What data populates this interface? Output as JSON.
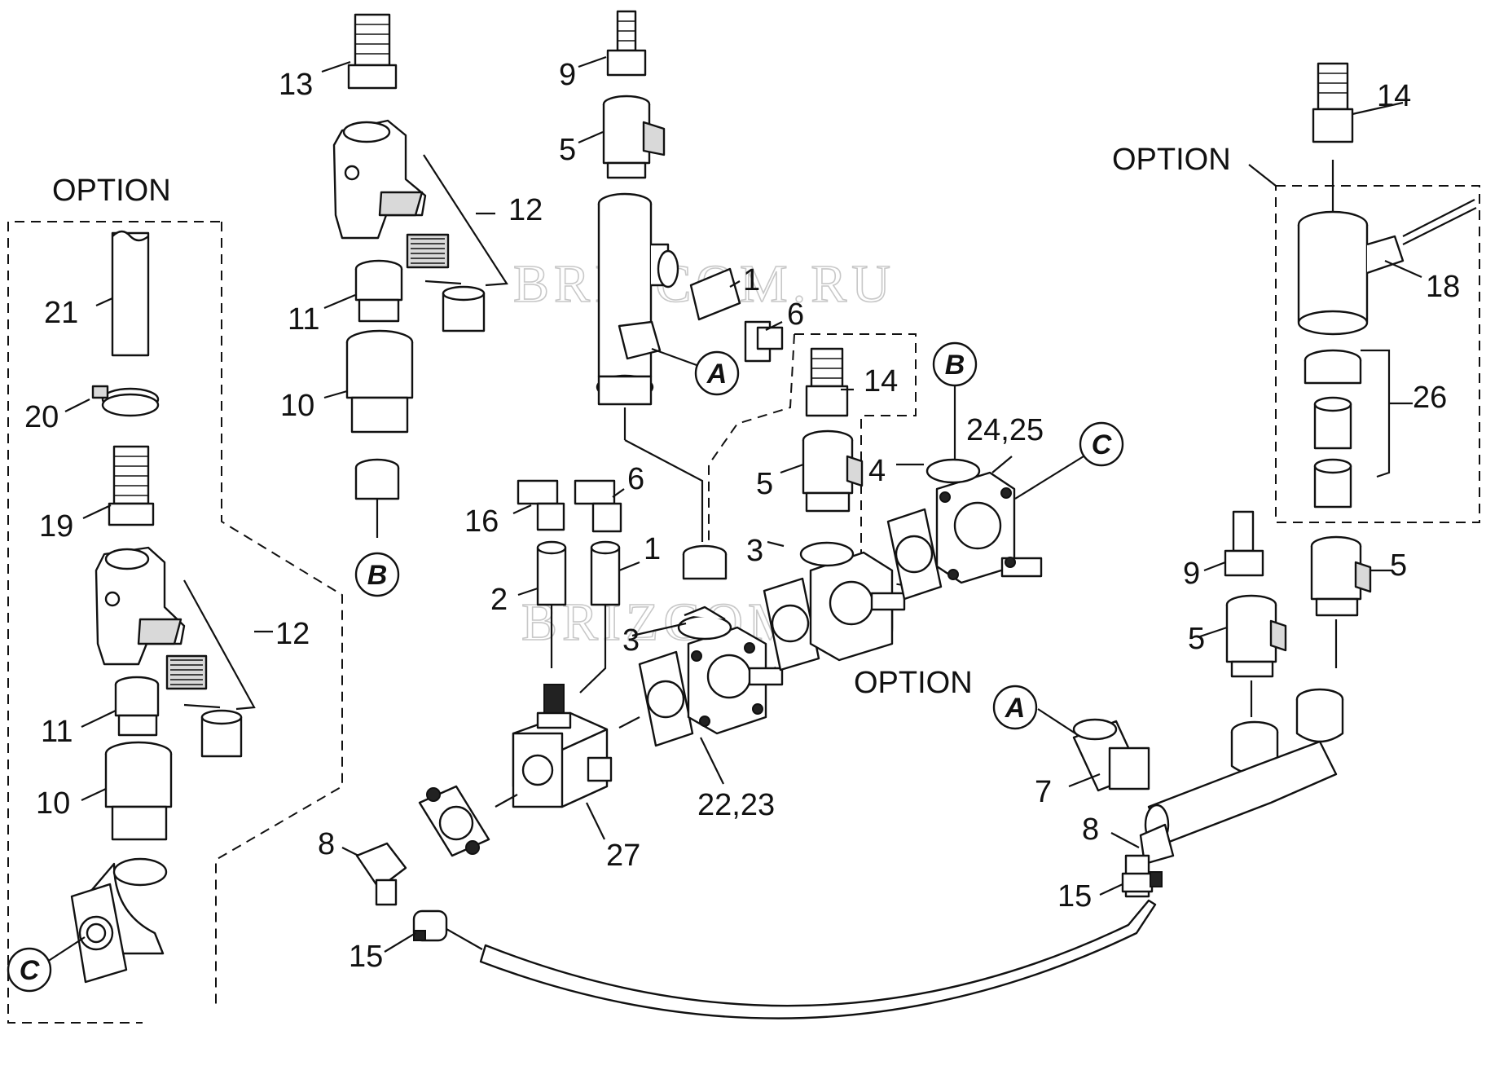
{
  "labels": {
    "p1a": "1",
    "p1b": "1",
    "p2": "2",
    "p3a": "3",
    "p3b": "3",
    "p4": "4",
    "p5a": "5",
    "p5b": "5",
    "p5c": "5",
    "p5d": "5",
    "p6a": "6",
    "p6b": "6",
    "p7": "7",
    "p8a": "8",
    "p8b": "8",
    "p9a": "9",
    "p9b": "9",
    "p10a": "10",
    "p10b": "10",
    "p11a": "11",
    "p11b": "11",
    "p12a": "12",
    "p12b": "12",
    "p13": "13",
    "p14a": "14",
    "p14b": "14",
    "p15a": "15",
    "p15b": "15",
    "p16": "16",
    "p18": "18",
    "p19": "19",
    "p20": "20",
    "p21": "21",
    "p22": "22,23",
    "p24": "24,25",
    "p26": "26",
    "p27": "27"
  },
  "connectors": {
    "A1": "A",
    "A2": "A",
    "B1": "B",
    "B2": "B",
    "C1": "C",
    "C2": "C"
  },
  "options": {
    "left": "OPTION",
    "right": "OPTION",
    "middle": "OPTION"
  },
  "watermark": {
    "top": "BRIZCOM.RU",
    "mid": "BRIZCOM.RU"
  }
}
